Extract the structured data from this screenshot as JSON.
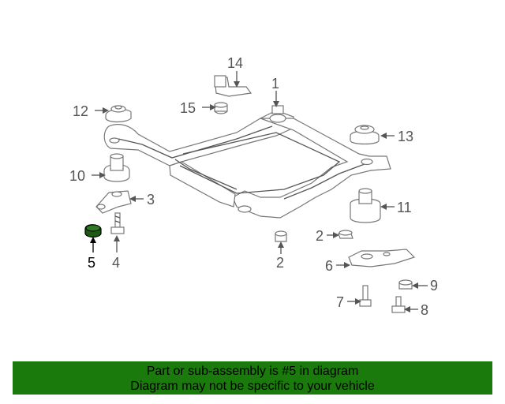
{
  "diagram": {
    "callouts": {
      "c1": "1",
      "c2a": "2",
      "c2b": "2",
      "c3": "3",
      "c4": "4",
      "c5": "5",
      "c6": "6",
      "c7": "7",
      "c8": "8",
      "c9": "9",
      "c10": "10",
      "c11": "11",
      "c12": "12",
      "c13": "13",
      "c14": "14",
      "c15": "15"
    },
    "highlighted_part": "5",
    "colors": {
      "highlight_part": "#1a5a12",
      "banner": "#1a7a0c",
      "line": "#777777"
    }
  },
  "banner": {
    "line1": "Part or sub-assembly is #5 in diagram",
    "line2": "Diagram may not be specific to your vehicle"
  }
}
